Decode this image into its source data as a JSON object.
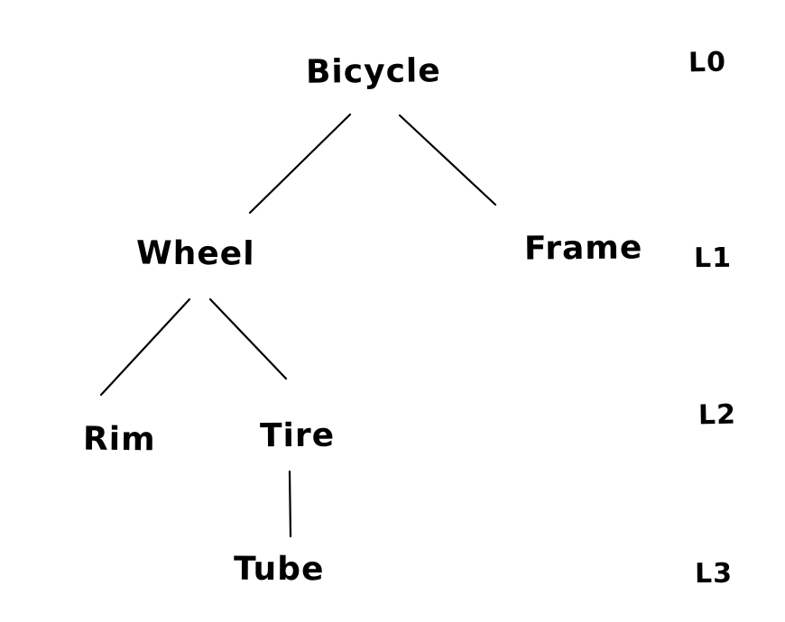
{
  "diagram": {
    "type": "tree",
    "colors": {
      "ink": "#000000",
      "background": "#ffffff"
    },
    "nodes": [
      {
        "id": "bicycle",
        "label": "Bicycle",
        "level": 0
      },
      {
        "id": "wheel",
        "label": "Wheel",
        "level": 1
      },
      {
        "id": "frame",
        "label": "Frame",
        "level": 1
      },
      {
        "id": "rim",
        "label": "Rim",
        "level": 2
      },
      {
        "id": "tire",
        "label": "Tire",
        "level": 2
      },
      {
        "id": "tube",
        "label": "Tube",
        "level": 3
      }
    ],
    "edges": [
      {
        "from": "Bicycle",
        "to": "Wheel"
      },
      {
        "from": "Bicycle",
        "to": "Frame"
      },
      {
        "from": "Wheel",
        "to": "Rim"
      },
      {
        "from": "Wheel",
        "to": "Tire"
      },
      {
        "from": "Tire",
        "to": "Tube"
      }
    ],
    "levels": [
      {
        "label": "L0"
      },
      {
        "label": "L1"
      },
      {
        "label": "L2"
      },
      {
        "label": "L3"
      }
    ]
  }
}
